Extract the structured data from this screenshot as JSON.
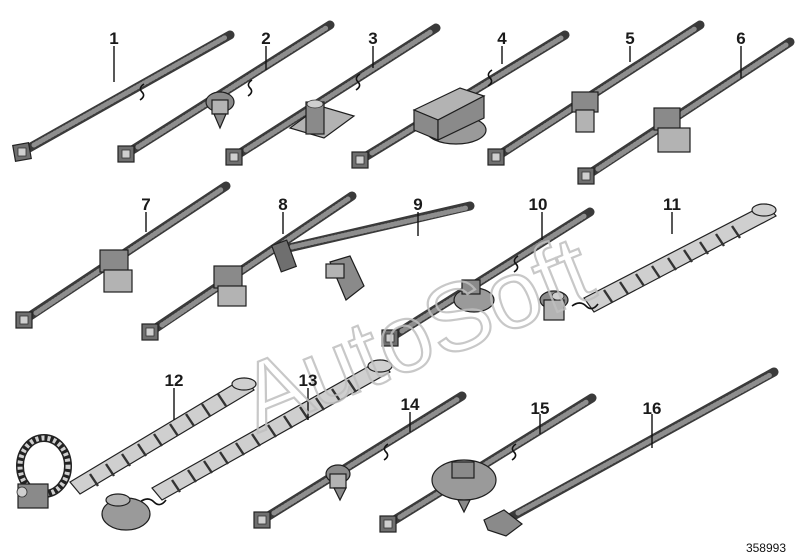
{
  "diagram": {
    "part_labels": [
      "1",
      "2",
      "3",
      "4",
      "5",
      "6",
      "7",
      "8",
      "9",
      "10",
      "11",
      "12",
      "13",
      "14",
      "15",
      "16"
    ],
    "watermark": "AutoSoft",
    "document_number": "358993"
  },
  "colors": {
    "tie_dark": "#3a3a3a",
    "tie_light": "#8e8e8e",
    "watermark_outline": "#bfbfbf",
    "label": "#1a1a1a"
  }
}
